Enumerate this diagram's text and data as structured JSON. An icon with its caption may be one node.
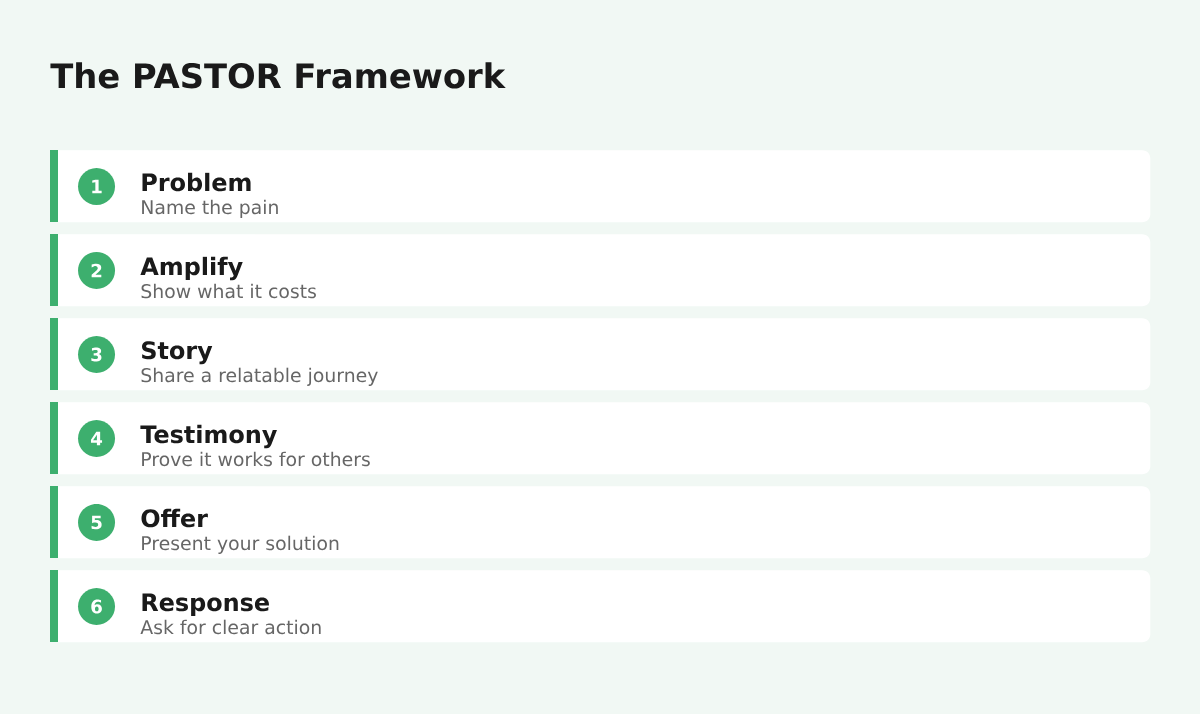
{
  "diagram": {
    "title": "The PASTOR Framework",
    "nodes": [
      {
        "text": [
          "Problem",
          "Name the pain"
        ]
      },
      {
        "text": [
          "1"
        ],
        "in": 0
      },
      {
        "text": [
          "Amplify",
          "Show what it costs"
        ]
      },
      {
        "text": [
          "2"
        ],
        "in": 2
      },
      {
        "text": [
          "Story",
          "Share a relatable journey"
        ]
      },
      {
        "text": [
          "3"
        ],
        "in": 4
      },
      {
        "text": [
          "Testimony",
          "Prove it works for others"
        ]
      },
      {
        "text": [
          "4"
        ],
        "in": 6
      },
      {
        "text": [
          "Offer",
          "Present your solution"
        ]
      },
      {
        "text": [
          "5"
        ],
        "in": 8
      },
      {
        "text": [
          "Response",
          "Ask for clear action"
        ]
      },
      {
        "text": [
          "6"
        ],
        "in": 10
      }
    ]
  }
}
